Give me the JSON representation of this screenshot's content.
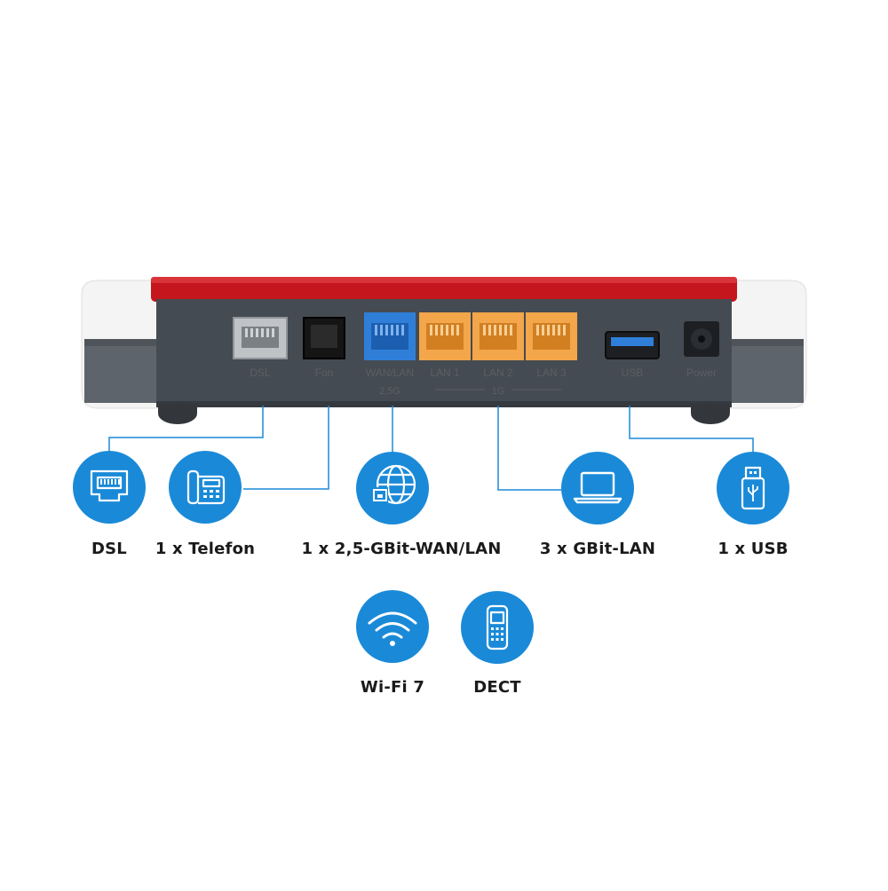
{
  "colors": {
    "accent_blue": "#1a8ad8",
    "brand_red": "#c4161c",
    "body_dark": "#454b52",
    "port_blue": "#2f7fd9",
    "port_orange": "#f3a64a",
    "connector_line": "#1a8ad8"
  },
  "router": {
    "ports": {
      "dsl": "DSL",
      "fon": "Fon",
      "wan": "WAN/LAN",
      "wan_speed": "2,5G",
      "lan1": "LAN 1",
      "lan2": "LAN 2",
      "lan3": "LAN 3",
      "lan_speed": "1G",
      "usb": "USB",
      "power": "Power"
    }
  },
  "features": [
    {
      "icon": "rj45-port-icon",
      "label": "DSL"
    },
    {
      "icon": "telephone-icon",
      "label": "1 x Telefon"
    },
    {
      "icon": "globe-network-icon",
      "label": "1 x 2,5-GBit-WAN/LAN"
    },
    {
      "icon": "laptop-icon",
      "label": "3 x GBit-LAN"
    },
    {
      "icon": "usb-stick-icon",
      "label": "1 x USB"
    },
    {
      "icon": "wifi-icon",
      "label": "Wi-Fi 7"
    },
    {
      "icon": "dect-handset-icon",
      "label": "DECT"
    }
  ]
}
